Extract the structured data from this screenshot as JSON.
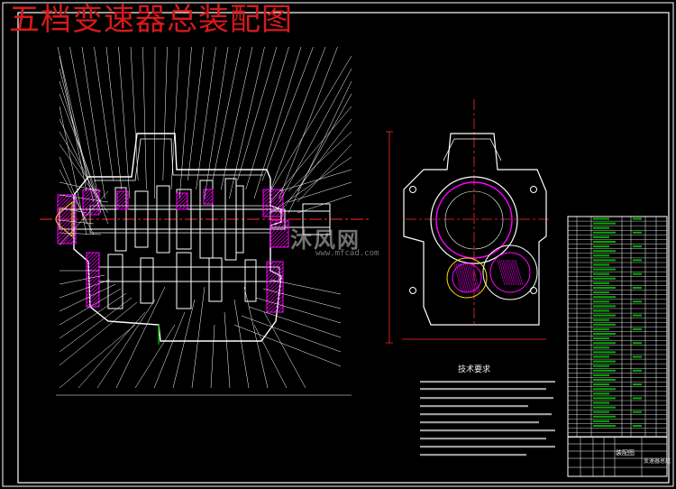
{
  "title": "五档变速器总装配图",
  "watermark": {
    "logo": "沐风网",
    "url": "www.mfcad.com"
  },
  "tech_requirements": {
    "heading": "技术要求"
  },
  "title_block": {
    "main": "装配图",
    "sub": "变速器总成"
  },
  "colors": {
    "background": "#000000",
    "title": "#d81a1a",
    "outline": "#ffffff",
    "section": "#ff00ff",
    "centerline": "#ff2a2a",
    "leader": "#ffffff",
    "green": "#00c000",
    "yellow": "#ffd400",
    "cyan": "#00d0d0"
  }
}
